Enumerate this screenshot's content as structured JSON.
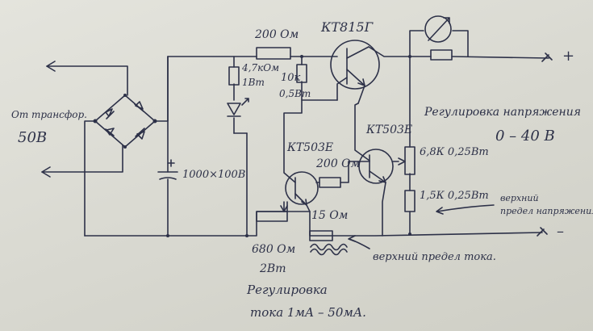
{
  "colors": {
    "ink": "#2d3148",
    "paper": "#dcdcd4"
  },
  "labels": {
    "source_line1": "От трансфор.",
    "source_line2": "50В",
    "cap": "1000×100В",
    "r_led_line1": "4,7кОм",
    "r_led_line2": "1Вт",
    "r_top": "200 Ом",
    "r_base_line1": "10к",
    "r_base_line2": "0,5Вт",
    "q_main": "КТ815Г",
    "q_left": "КТ503Е",
    "q_right": "КТ503Е",
    "r_mid": "200 Ом",
    "r_volt": "6,8К 0,25Вт",
    "r_low": "1,5К 0,25Вт",
    "r_shunt": "15 Ом",
    "pot_current_line1": "680 Ом",
    "pot_current_line2": "2Вт",
    "volt_adj_line1": "Регулировка напряжения",
    "volt_adj_line2": "0 – 40 В",
    "upper_volt_line1": "верхний",
    "upper_volt_line2": "предел напряжения",
    "upper_current": "верхний предел тока.",
    "current_adj_line1": "Регулировка",
    "current_adj_line2": "тока 1мА – 50мА.",
    "plus": "+",
    "minus": "–"
  }
}
